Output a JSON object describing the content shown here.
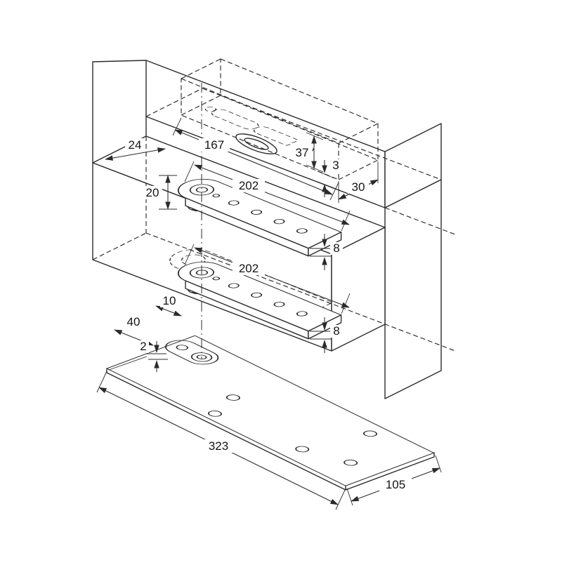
{
  "page": {
    "background": "#ffffff"
  },
  "diagram": {
    "line_color": "#2b2b2b",
    "dimensions": {
      "mortise_length": "167",
      "mortise_height": "37",
      "protrusion": "3",
      "mortise_width": "30",
      "frame_inset": "24",
      "plate_rise": "20",
      "top_plate_length": "202",
      "top_plate_thickness": "8",
      "bottom_plate_length": "202",
      "bottom_plate_inset": "10",
      "bottom_plate_thickness": "8",
      "pivot_offset": "40",
      "cover_plate_thickness": "2",
      "floor_plate_length": "323",
      "floor_plate_width": "105"
    }
  }
}
